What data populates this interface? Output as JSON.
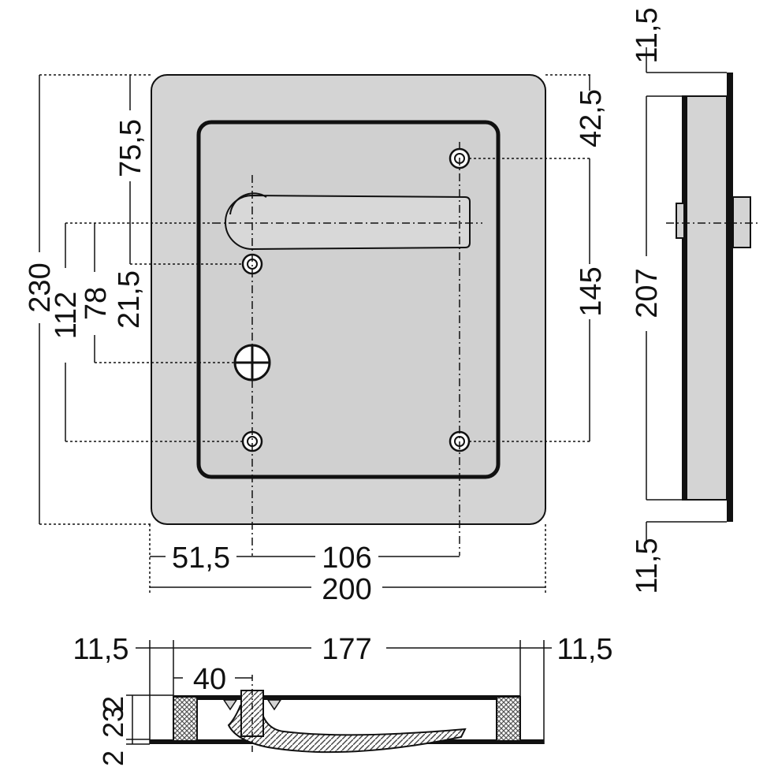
{
  "colors": {
    "ink": "#111111",
    "plate_fill": "#d4d4d4",
    "inner_fill": "#d0d0d0",
    "hatch": "#555555"
  },
  "front_view": {
    "overall_height": "230",
    "offset_top_to_handle": "75,5",
    "handle_to_keyhole": "112",
    "handle_to_bottom_holes": "78",
    "handle_to_upper_hole": "21,5",
    "top_to_hole": "42,5",
    "hole_spacing_vertical": "145",
    "left_to_axis": "51,5",
    "axis_to_hole": "106",
    "overall_width": "200"
  },
  "side_view": {
    "top_margin": "11,5",
    "inner_height": "207",
    "bottom_margin": "11,5"
  },
  "bottom_view": {
    "left_margin": "11,5",
    "inner_width": "177",
    "right_margin": "11,5",
    "spindle_offset": "40",
    "thickness_top": "2",
    "thickness_mid": "23",
    "thickness_bottom": "2"
  }
}
